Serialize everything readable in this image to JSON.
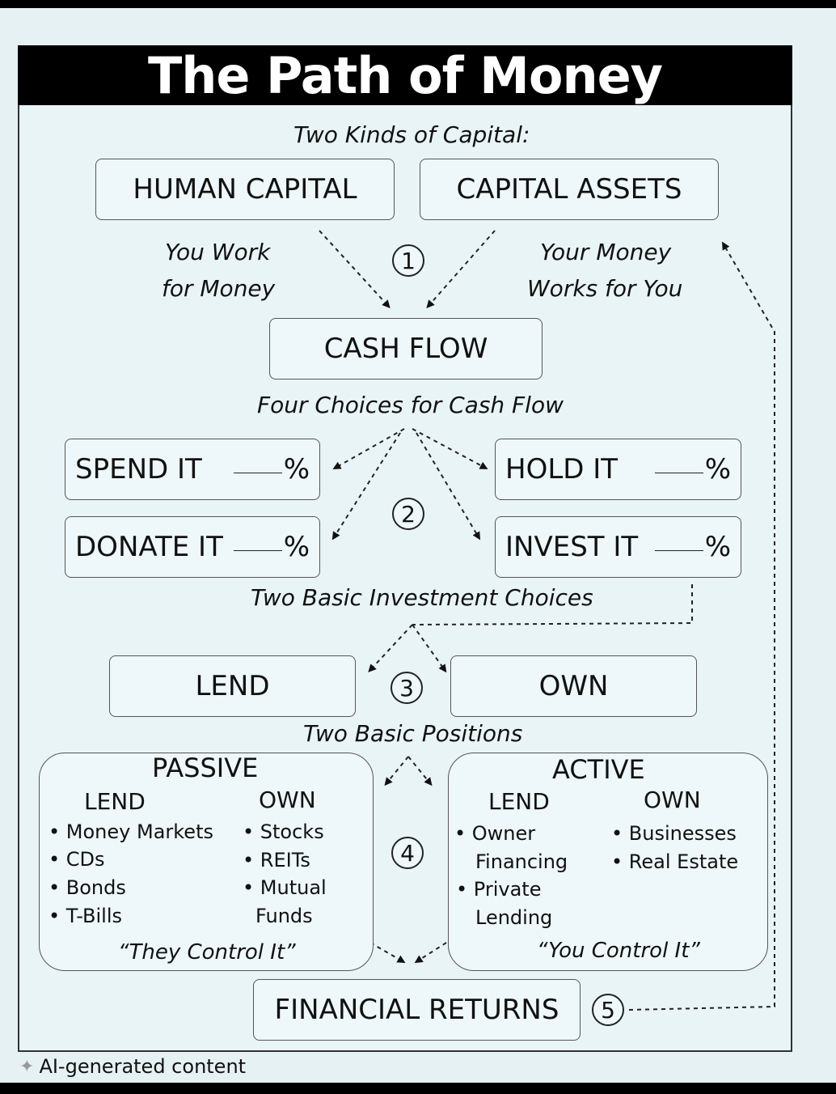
{
  "title": "The Path of Money",
  "step1": {
    "label": "Two Kinds of Capital:",
    "human_capital": "HUMAN CAPITAL",
    "capital_assets": "CAPITAL ASSETS",
    "left_caption": [
      "You Work",
      "for Money"
    ],
    "right_caption": [
      "Your Money",
      "Works for You"
    ],
    "number": "1"
  },
  "cash_flow": "CASH FLOW",
  "step2": {
    "label": "Four Choices for Cash Flow",
    "number": "2",
    "spend": "SPEND IT",
    "hold": "HOLD IT",
    "donate": "DONATE IT",
    "invest": "INVEST IT",
    "percent": "%"
  },
  "step3": {
    "label": "Two Basic Investment Choices",
    "number": "3",
    "lend": "LEND",
    "own": "OWN"
  },
  "step4": {
    "label": "Two Basic Positions",
    "number": "4",
    "passive": {
      "title": "PASSIVE",
      "lend_header": "LEND",
      "own_header": "OWN",
      "lend_items": [
        "• Money Markets",
        "• CDs",
        "• Bonds",
        "• T-Bills"
      ],
      "own_items": [
        "• Stocks",
        "• REITs",
        "• Mutual",
        "Funds"
      ],
      "control": "“They Control It”"
    },
    "active": {
      "title": "ACTIVE",
      "lend_header": "LEND",
      "own_header": "OWN",
      "lend_items": [
        "• Owner",
        "Financing",
        "• Private",
        "Lending"
      ],
      "own_items": [
        "• Businesses",
        "• Real Estate"
      ],
      "control": "“You Control It”"
    }
  },
  "step5": {
    "returns": "FINANCIAL RETURNS",
    "number": "5"
  },
  "watermark": "AI-generated content"
}
